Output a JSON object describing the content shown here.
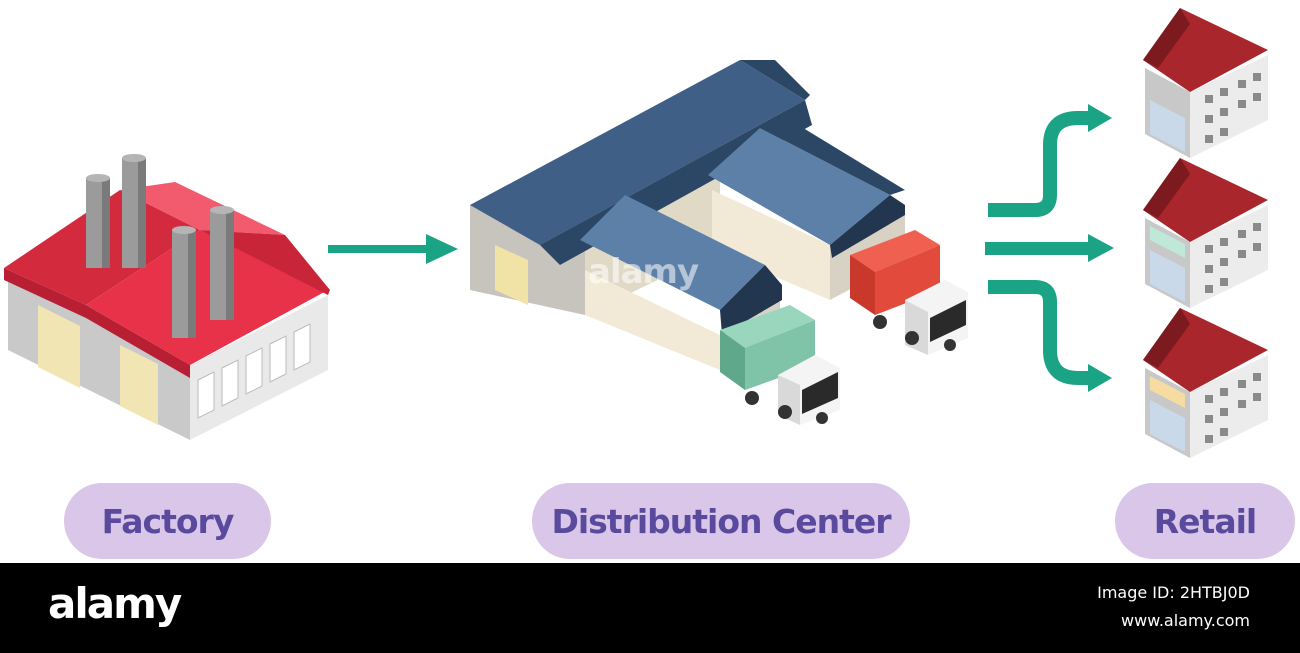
{
  "stages": {
    "factory": {
      "label": "Factory"
    },
    "distribution_center": {
      "label": "Distribution Center"
    },
    "retail": {
      "label": "Retail"
    }
  },
  "watermark": {
    "text": "alamy"
  },
  "footer": {
    "logo": "alamy",
    "image_id": "Image ID: 2HTBJ0D",
    "site": "www.alamy.com"
  },
  "colors": {
    "arrow": "#1aa384",
    "pill_bg": "#d9c6e8",
    "pill_text": "#5a4a9e",
    "factory_roof": "#e8324a",
    "warehouse_roof": "#3f5f86",
    "store_roof": "#a8262c",
    "truck_red": "#e24a3c",
    "truck_green": "#7fc4a8"
  },
  "icons": [
    "factory-icon",
    "warehouse-icon",
    "truck-icon",
    "store-icon",
    "arrow-right-icon"
  ]
}
